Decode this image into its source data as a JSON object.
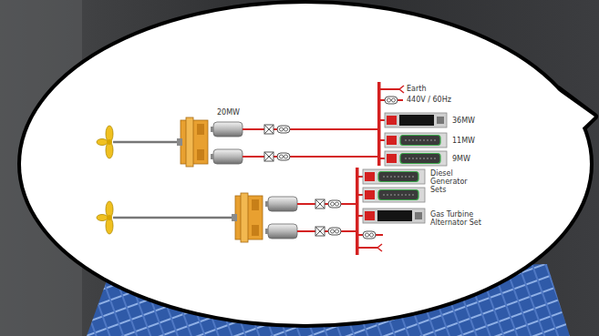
{
  "diagram": {
    "labels": [
      "20MW",
      "Earth",
      "440V / 60Hz",
      "36MW",
      "11MW",
      "9MW",
      "Diesel Generator Sets",
      "Gas Turbine Alternator Set"
    ]
  }
}
